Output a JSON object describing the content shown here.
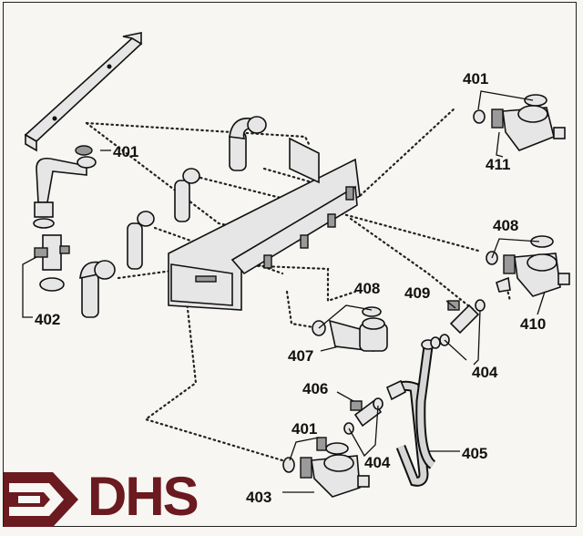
{
  "labels": {
    "l401a": "401",
    "l411": "411",
    "l401b": "401",
    "l402": "402",
    "l408a": "408",
    "l410": "410",
    "l408b": "408",
    "l409": "409",
    "l407": "407",
    "l404a": "404",
    "l406": "406",
    "l401c": "401",
    "l404b": "404",
    "l405": "405",
    "l403": "403"
  },
  "logo": {
    "text": "DHS",
    "color": "#6b1a1f"
  }
}
